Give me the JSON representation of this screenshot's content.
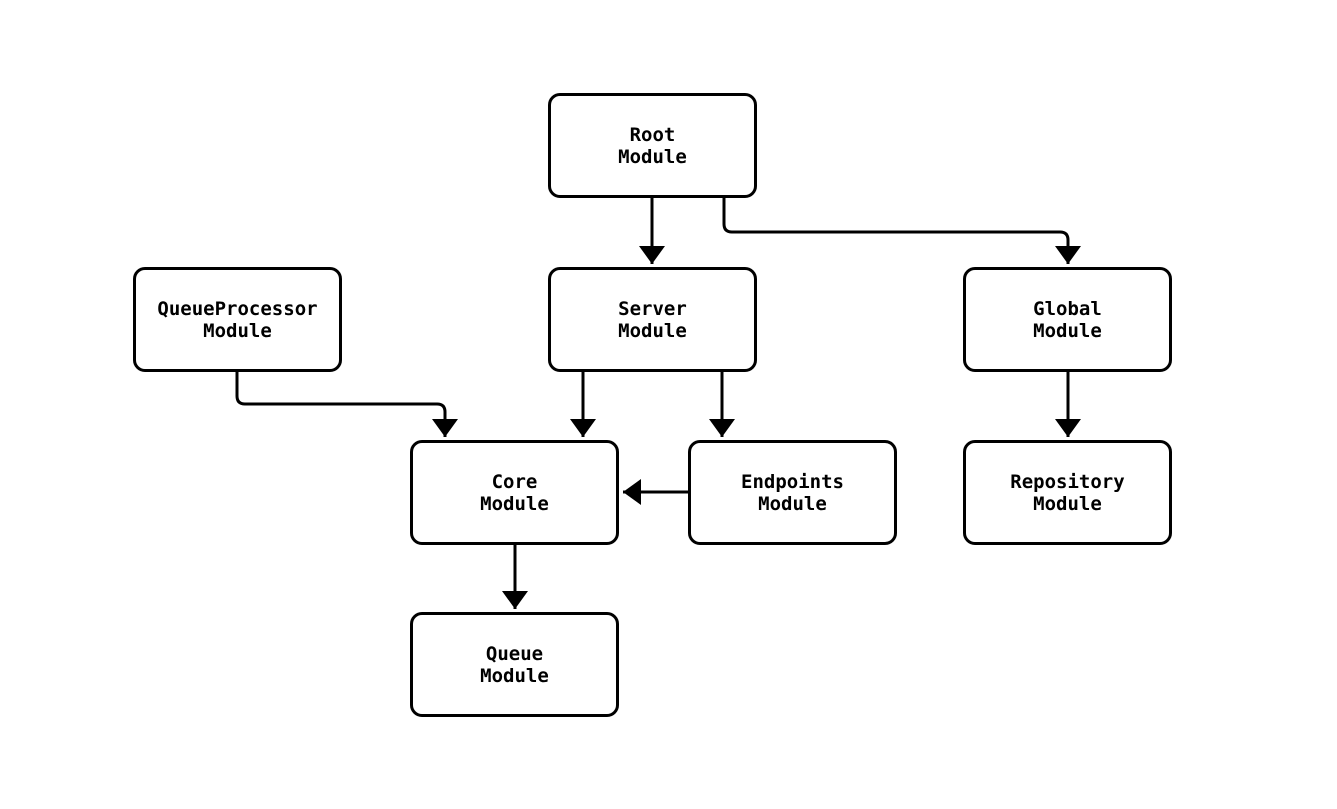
{
  "diagram": {
    "type": "flowchart-module-dependencies",
    "background_color": "#ffffff",
    "stroke_color": "#000000",
    "node_fill_color": "#ffffff",
    "nodes": {
      "root": {
        "line1": "Root",
        "line2": "Module"
      },
      "queueprocessor": {
        "line1": "QueueProcessor",
        "line2": "Module"
      },
      "server": {
        "line1": "Server",
        "line2": "Module"
      },
      "global": {
        "line1": "Global",
        "line2": "Module"
      },
      "core": {
        "line1": "Core",
        "line2": "Module"
      },
      "endpoints": {
        "line1": "Endpoints",
        "line2": "Module"
      },
      "repository": {
        "line1": "Repository",
        "line2": "Module"
      },
      "queue": {
        "line1": "Queue",
        "line2": "Module"
      }
    },
    "edges": [
      {
        "from": "Root Module",
        "to": "Server Module"
      },
      {
        "from": "Root Module",
        "to": "Global Module"
      },
      {
        "from": "QueueProcessor Module",
        "to": "Core Module"
      },
      {
        "from": "Server Module",
        "to": "Core Module"
      },
      {
        "from": "Server Module",
        "to": "Endpoints Module"
      },
      {
        "from": "Global Module",
        "to": "Repository Module"
      },
      {
        "from": "Endpoints Module",
        "to": "Core Module"
      },
      {
        "from": "Core Module",
        "to": "Queue Module"
      }
    ]
  }
}
